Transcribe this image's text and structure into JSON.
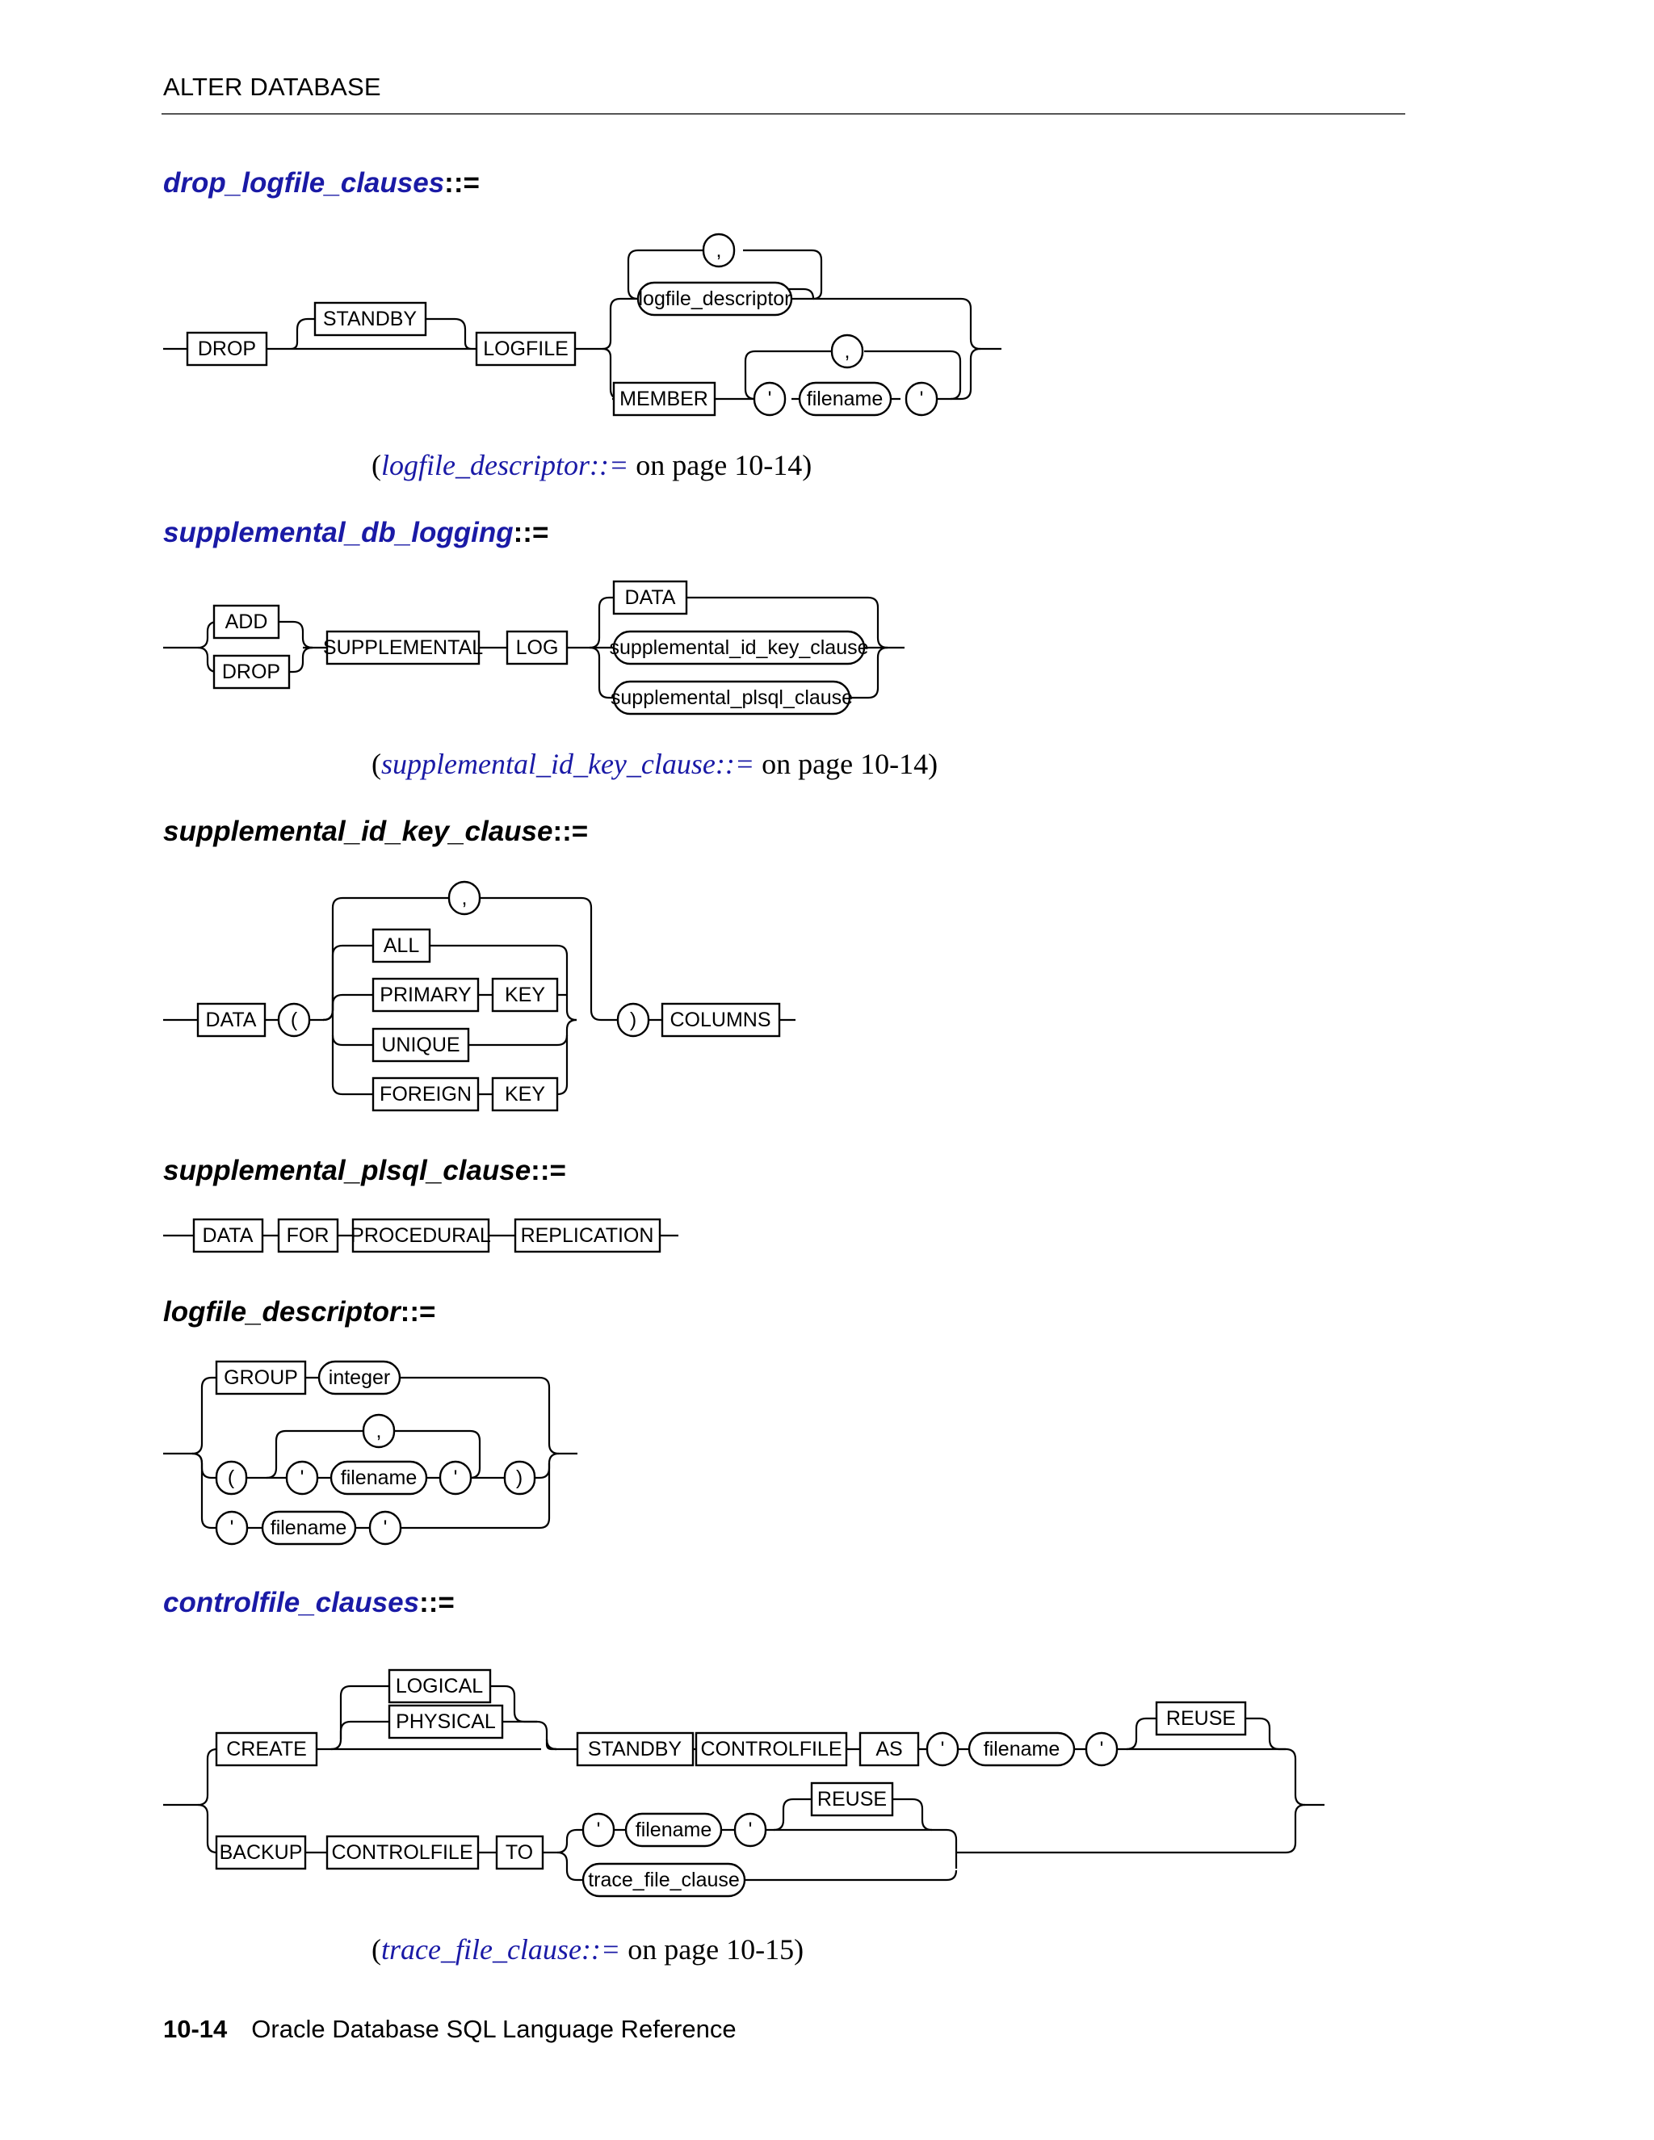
{
  "running_header": "ALTER DATABASE",
  "footer": {
    "page_number": "10-14",
    "book_title": "Oracle Database SQL Language Reference"
  },
  "sections": [
    {
      "name": "drop_logfile_clauses",
      "op": "::=",
      "xref": {
        "link": "logfile_descriptor::=",
        "text": " on page 10-14"
      }
    },
    {
      "name": "supplemental_db_logging",
      "op": "::=",
      "xref": {
        "link": "supplemental_id_key_clause::=",
        "text": " on page 10-14"
      }
    },
    {
      "name": "supplemental_id_key_clause",
      "op": "::="
    },
    {
      "name": "supplemental_plsql_clause",
      "op": "::="
    },
    {
      "name": "logfile_descriptor",
      "op": "::="
    },
    {
      "name": "controlfile_clauses",
      "op": "::=",
      "xref": {
        "link": "trace_file_clause::=",
        "text": " on page 10-15"
      }
    }
  ],
  "diagrams": {
    "drop_logfile": {
      "kw": [
        "DROP",
        "STANDBY",
        "LOGFILE",
        "MEMBER"
      ],
      "nt": [
        ",",
        "logfile_descriptor",
        ",",
        "'",
        "filename",
        "'"
      ]
    },
    "supp_db_logging": {
      "kw": [
        "ADD",
        "DROP",
        "SUPPLEMENTAL",
        "LOG",
        "DATA"
      ],
      "nt": [
        "supplemental_id_key_clause",
        "supplemental_plsql_clause"
      ]
    },
    "supp_id_key": {
      "kw": [
        "DATA",
        "ALL",
        "PRIMARY",
        "KEY",
        "UNIQUE",
        "FOREIGN",
        "KEY",
        "COLUMNS"
      ],
      "nt": [
        "(",
        ",",
        ")"
      ]
    },
    "supp_plsql": {
      "kw": [
        "DATA",
        "FOR",
        "PROCEDURAL",
        "REPLICATION"
      ]
    },
    "logfile_desc": {
      "kw": [
        "GROUP"
      ],
      "nt": [
        "integer",
        ",",
        "(",
        "'",
        "filename",
        "'",
        ")",
        "'",
        "filename",
        "'"
      ]
    },
    "controlfile": {
      "kw": [
        "LOGICAL",
        "PHYSICAL",
        "CREATE",
        "STANDBY",
        "CONTROLFILE",
        "AS",
        "REUSE",
        "BACKUP",
        "CONTROLFILE",
        "TO",
        "REUSE"
      ],
      "nt": [
        "'",
        "filename",
        "'",
        "'",
        "filename",
        "'",
        "trace_file_clause"
      ]
    }
  }
}
